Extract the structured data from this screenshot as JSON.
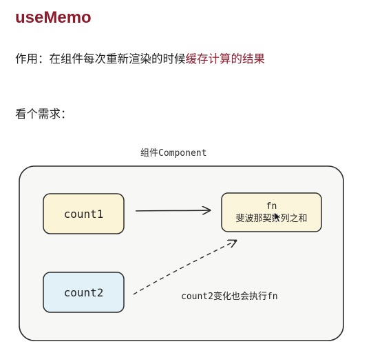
{
  "title": "useMemo",
  "purpose": {
    "prefix": "作用：在组件每次重新渲染的时候",
    "highlight": "缓存计算的结果"
  },
  "need_label": "看个需求：",
  "diagram": {
    "component_label": "组件Component",
    "count1": "count1",
    "count2": "count2",
    "fn_name": "fn",
    "fn_desc": "斐波那契数列之和",
    "note": "count2变化也会执行fn"
  },
  "colors": {
    "accent": "#8e1b2c",
    "count1_fill": "#fbf4d6",
    "count2_fill": "#e2f0f8",
    "fn_fill": "#fbf5dc",
    "container_fill": "#f7f8f5"
  },
  "icons": [
    "cursor-arrow-icon"
  ]
}
